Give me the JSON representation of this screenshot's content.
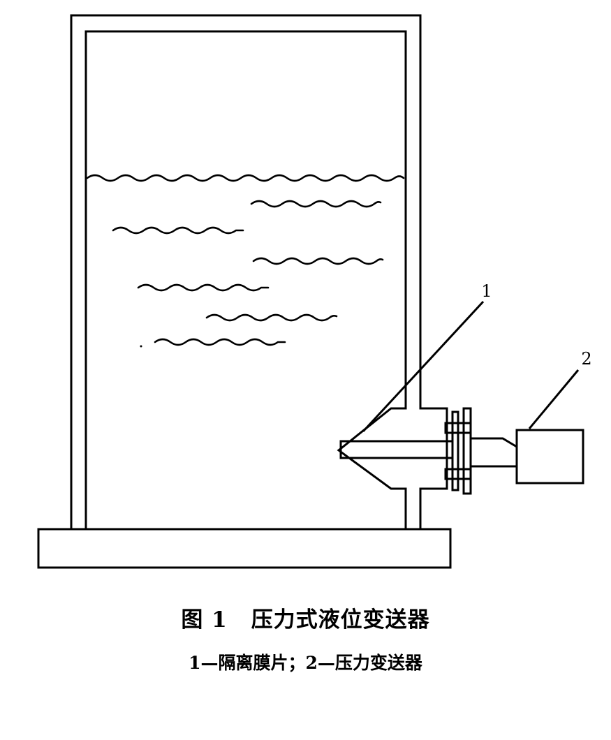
{
  "figure": {
    "number": "图 1",
    "title": "压力式液位变送器",
    "legend": "1—隔离膜片；2—压力变送器",
    "callouts": [
      {
        "id": "1",
        "label": "1",
        "part": "隔离膜片"
      },
      {
        "id": "2",
        "label": "2",
        "part": "压力变送器"
      }
    ]
  }
}
